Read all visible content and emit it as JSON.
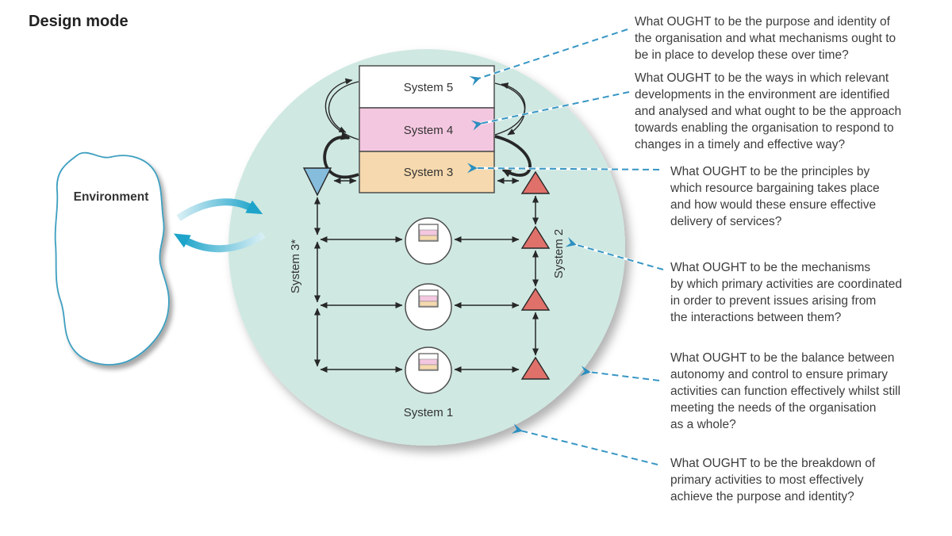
{
  "title": "Design mode",
  "environment": {
    "label": "Environment"
  },
  "vsm": {
    "system5": "System 5",
    "system4": "System 4",
    "system3": "System 3",
    "system3star": "System 3*",
    "system2": "System 2",
    "system1": "System 1"
  },
  "colors": {
    "circle_fill": "#cfe8e2",
    "system5_fill": "#ffffff",
    "system4_fill": "#f4c7e0",
    "system3_fill": "#f6d9ae",
    "blue_triangle": "#86bcdc",
    "red_triangle": "#e0716a",
    "dashed_arrow": "#3796c4",
    "env_arrow_head": "#1ea4ca",
    "env_blob_stroke": "#3e9fc0"
  },
  "annotations": [
    {
      "lines": [
        "What OUGHT to be the purpose and identity of",
        "the organisation and what mechanisms ought to",
        "be in place to develop these over time?"
      ]
    },
    {
      "lines": [
        "What OUGHT to be the ways in which relevant",
        "developments in the environment are identified",
        "and analysed and what ought to be the approach",
        "towards enabling the organisation to respond to",
        "changes in a timely and effective way?"
      ]
    },
    {
      "lines": [
        "What OUGHT to be the principles by",
        "which resource bargaining takes place",
        "and how would these ensure effective",
        "delivery of services?"
      ]
    },
    {
      "lines": [
        "What OUGHT to be the mechanisms",
        "by which primary activities are coordinated",
        "in order to prevent issues arising from",
        "the interactions between them?"
      ]
    },
    {
      "lines": [
        "What OUGHT to be the balance between",
        "autonomy and control to ensure primary",
        "activities can function effectively whilst still",
        "meeting the needs of the organisation",
        "as a whole?"
      ]
    },
    {
      "lines": [
        "What OUGHT to be the breakdown of",
        "primary activities to most effectively",
        "achieve the purpose and identity?"
      ]
    }
  ]
}
